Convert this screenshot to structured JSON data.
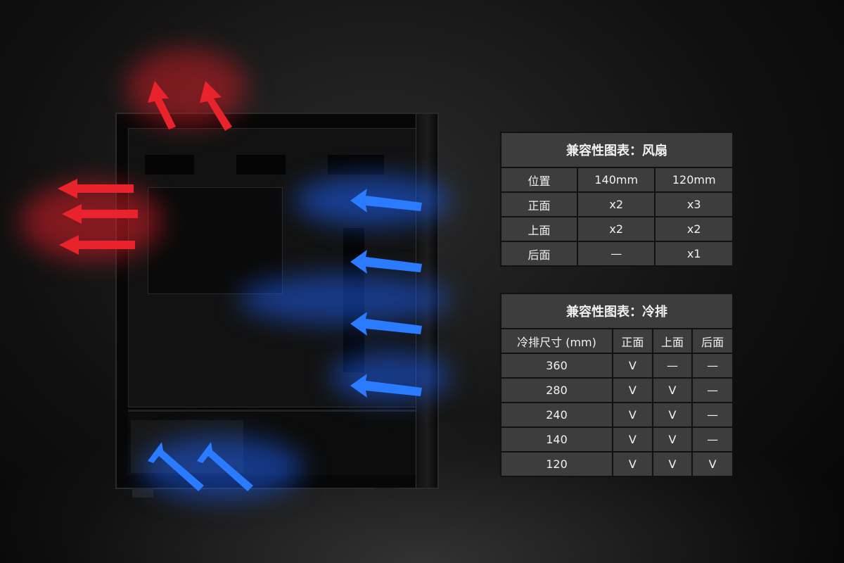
{
  "fan_table": {
    "title": "兼容性图表：风扇",
    "headers": [
      "位置",
      "140mm",
      "120mm"
    ],
    "rows": [
      [
        "正面",
        "x2",
        "x3"
      ],
      [
        "上面",
        "x2",
        "x2"
      ],
      [
        "后面",
        "—",
        "x1"
      ]
    ]
  },
  "radiator_table": {
    "title": "兼容性图表：冷排",
    "headers": [
      "冷排尺寸 (mm)",
      "正面",
      "上面",
      "后面"
    ],
    "rows": [
      [
        "360",
        "V",
        "—",
        "—"
      ],
      [
        "280",
        "V",
        "V",
        "—"
      ],
      [
        "240",
        "V",
        "V",
        "—"
      ],
      [
        "140",
        "V",
        "V",
        "—"
      ],
      [
        "120",
        "V",
        "V",
        "V"
      ]
    ]
  },
  "colors": {
    "exhaust": "#e0202a",
    "intake": "#1e6cff",
    "table_bg": "#3d3d3d"
  }
}
